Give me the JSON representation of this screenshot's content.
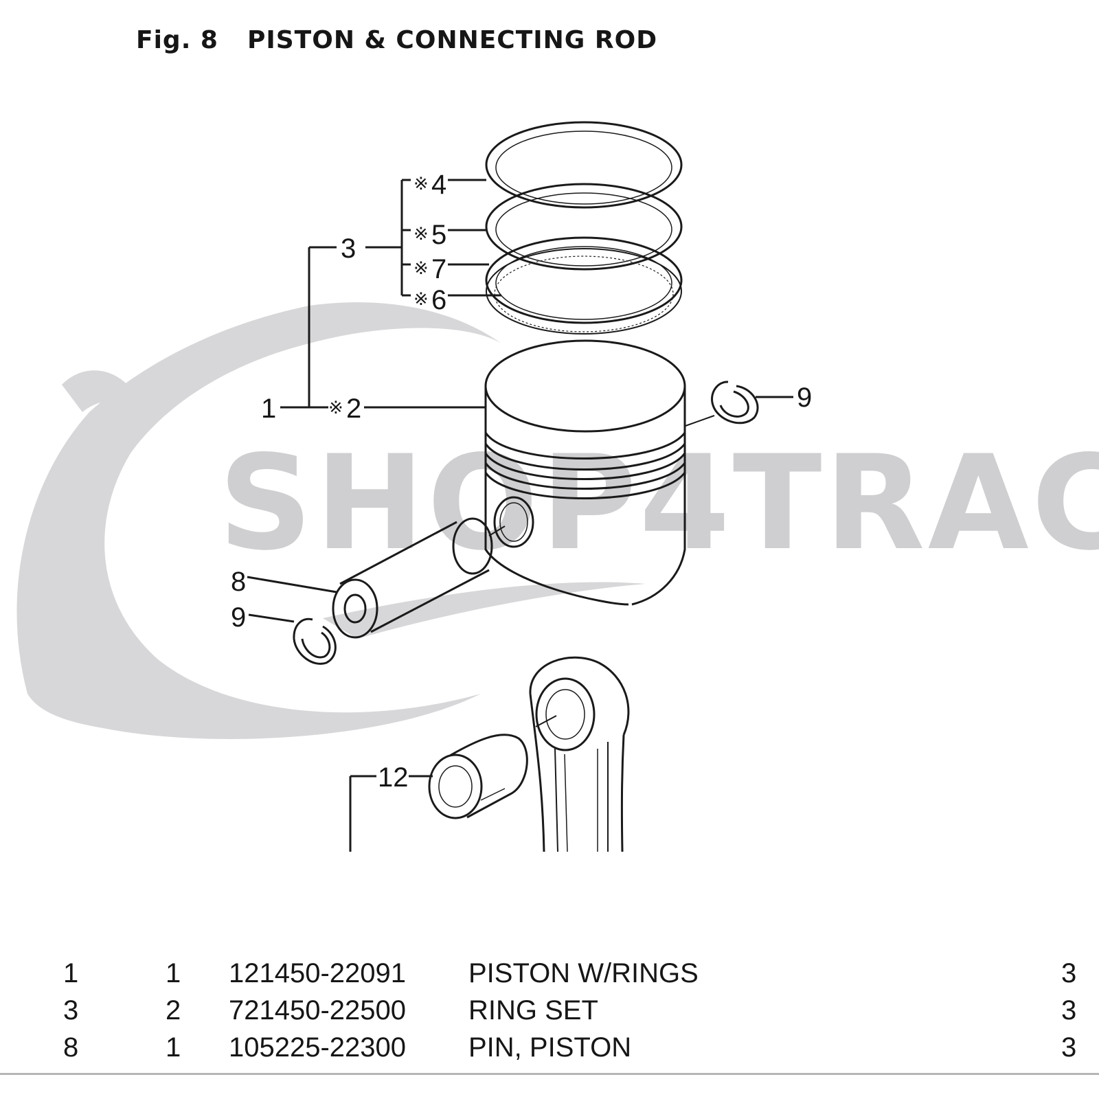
{
  "figure": {
    "fig_label": "Fig. 8",
    "title": "PISTON & CONNECTING ROD"
  },
  "watermark": {
    "text": "SHOP4TRAC",
    "color": "#cfcfd1"
  },
  "callouts": {
    "piston_assembly": "1",
    "piston": "2",
    "ring_set": "3",
    "top_ring": "4",
    "second_ring": "5",
    "oil_ring": "6",
    "expander_ring": "7",
    "piston_pin": "8",
    "circlip_right": "9",
    "circlip_left": "9",
    "bushing": "12",
    "star_mark": "※"
  },
  "parts_table": {
    "rows": [
      {
        "ref": "1",
        "qty": "1",
        "part_no": "121450-22091",
        "description": "PISTON W/RINGS",
        "count": "3"
      },
      {
        "ref": "3",
        "qty": "2",
        "part_no": "721450-22500",
        "description": "RING SET",
        "count": "3"
      },
      {
        "ref": "8",
        "qty": "1",
        "part_no": "105225-22300",
        "description": "PIN, PISTON",
        "count": "3"
      }
    ]
  }
}
